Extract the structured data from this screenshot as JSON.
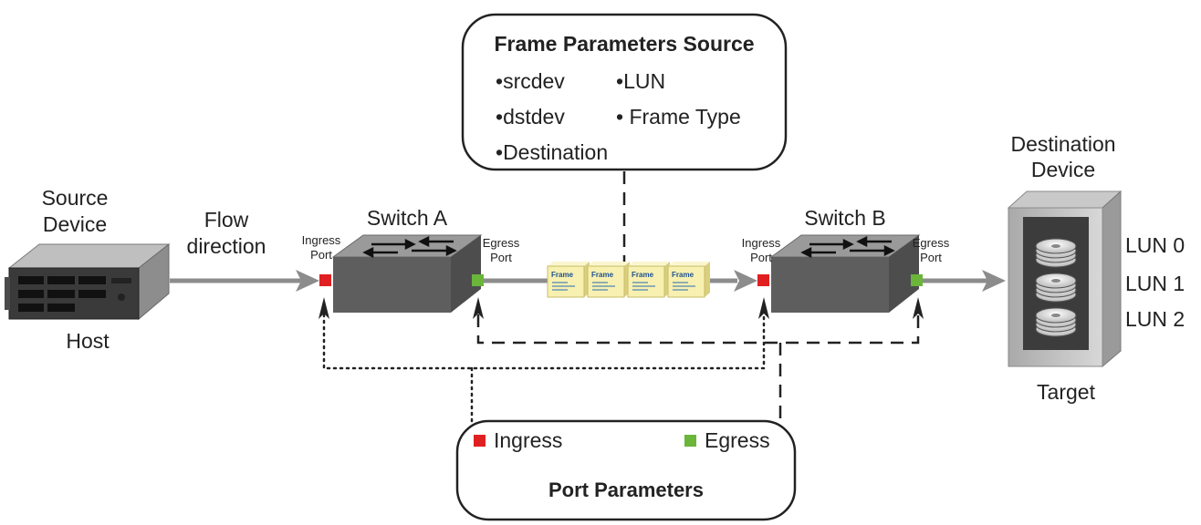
{
  "frame_box": {
    "title": "Frame Parameters Source",
    "items": [
      "srcdev",
      "LUN",
      "dstdev",
      "Frame Type",
      "Destination"
    ]
  },
  "source": {
    "label_line1": "Source",
    "label_line2": "Device",
    "caption": "Host"
  },
  "flow": {
    "line1": "Flow",
    "line2": "direction"
  },
  "switch_a": {
    "title": "Switch A"
  },
  "switch_b": {
    "title": "Switch B"
  },
  "ports": {
    "ingress_line1": "Ingress",
    "ingress_line2": "Port",
    "egress_line1": "Egress",
    "egress_line2": "Port"
  },
  "frames": {
    "label": "Frame",
    "count": 4
  },
  "destination": {
    "label_line1": "Destination",
    "label_line2": "Device",
    "caption": "Target",
    "luns": [
      "LUN 0",
      "LUN 1",
      "LUN 2"
    ]
  },
  "port_box": {
    "ingress": "Ingress",
    "egress": "Egress",
    "title": "Port Parameters"
  },
  "colors": {
    "ingress": "#e02020",
    "egress": "#6ab53a",
    "frame_fill": "#f7f0b0",
    "switch_top": "#9a9a9a",
    "switch_side": "#5e5e5e",
    "arrow": "#8c8c8c"
  }
}
